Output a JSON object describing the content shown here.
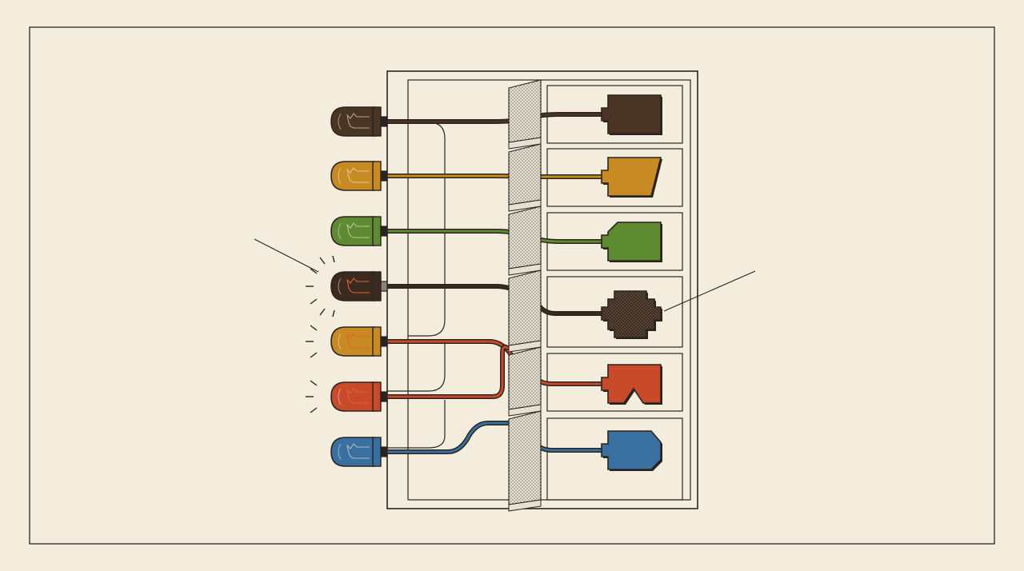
{
  "colors": {
    "background": "#f4ecdc",
    "ink": "#2a2420",
    "strip_fill": "#e6dfd2"
  },
  "indicators": [
    {
      "color": "#4a3524",
      "lit": false
    },
    {
      "color": "#c88a22",
      "lit": false
    },
    {
      "color": "#5e8a32",
      "lit": false
    },
    {
      "color": "#3a2a20",
      "lit": true
    },
    {
      "color": "#c88a22",
      "lit": true
    },
    {
      "color": "#c84a2a",
      "lit": true
    },
    {
      "color": "#3a70a0",
      "lit": false
    }
  ],
  "terminals": [
    {
      "shape": "square",
      "color": "#4a3524",
      "pattern": "solid"
    },
    {
      "shape": "slanted",
      "color": "#c88a22",
      "pattern": "solid"
    },
    {
      "shape": "clipped-corner",
      "color": "#5e8a32",
      "pattern": "solid"
    },
    {
      "shape": "stepped-cross",
      "color": "#3a2a20",
      "pattern": "dotted"
    },
    {
      "shape": "notched",
      "color": "#c84a2a",
      "pattern": "solid"
    },
    {
      "shape": "shield",
      "color": "#3a70a0",
      "pattern": "solid"
    }
  ],
  "wires": [
    {
      "from": 0,
      "to": 0,
      "color": "#4a3524"
    },
    {
      "from": 1,
      "to": 1,
      "color": "#c88a22"
    },
    {
      "from": 2,
      "to": 2,
      "color": "#5e8a32"
    },
    {
      "from": 3,
      "to": 3,
      "color": "#3a2a20"
    },
    {
      "from": 4,
      "to": 4,
      "color": "#c84a2a"
    },
    {
      "from": 5,
      "to": 4,
      "color": "#c84a2a"
    },
    {
      "from": 6,
      "to": 5,
      "color": "#3a70a0"
    }
  ]
}
